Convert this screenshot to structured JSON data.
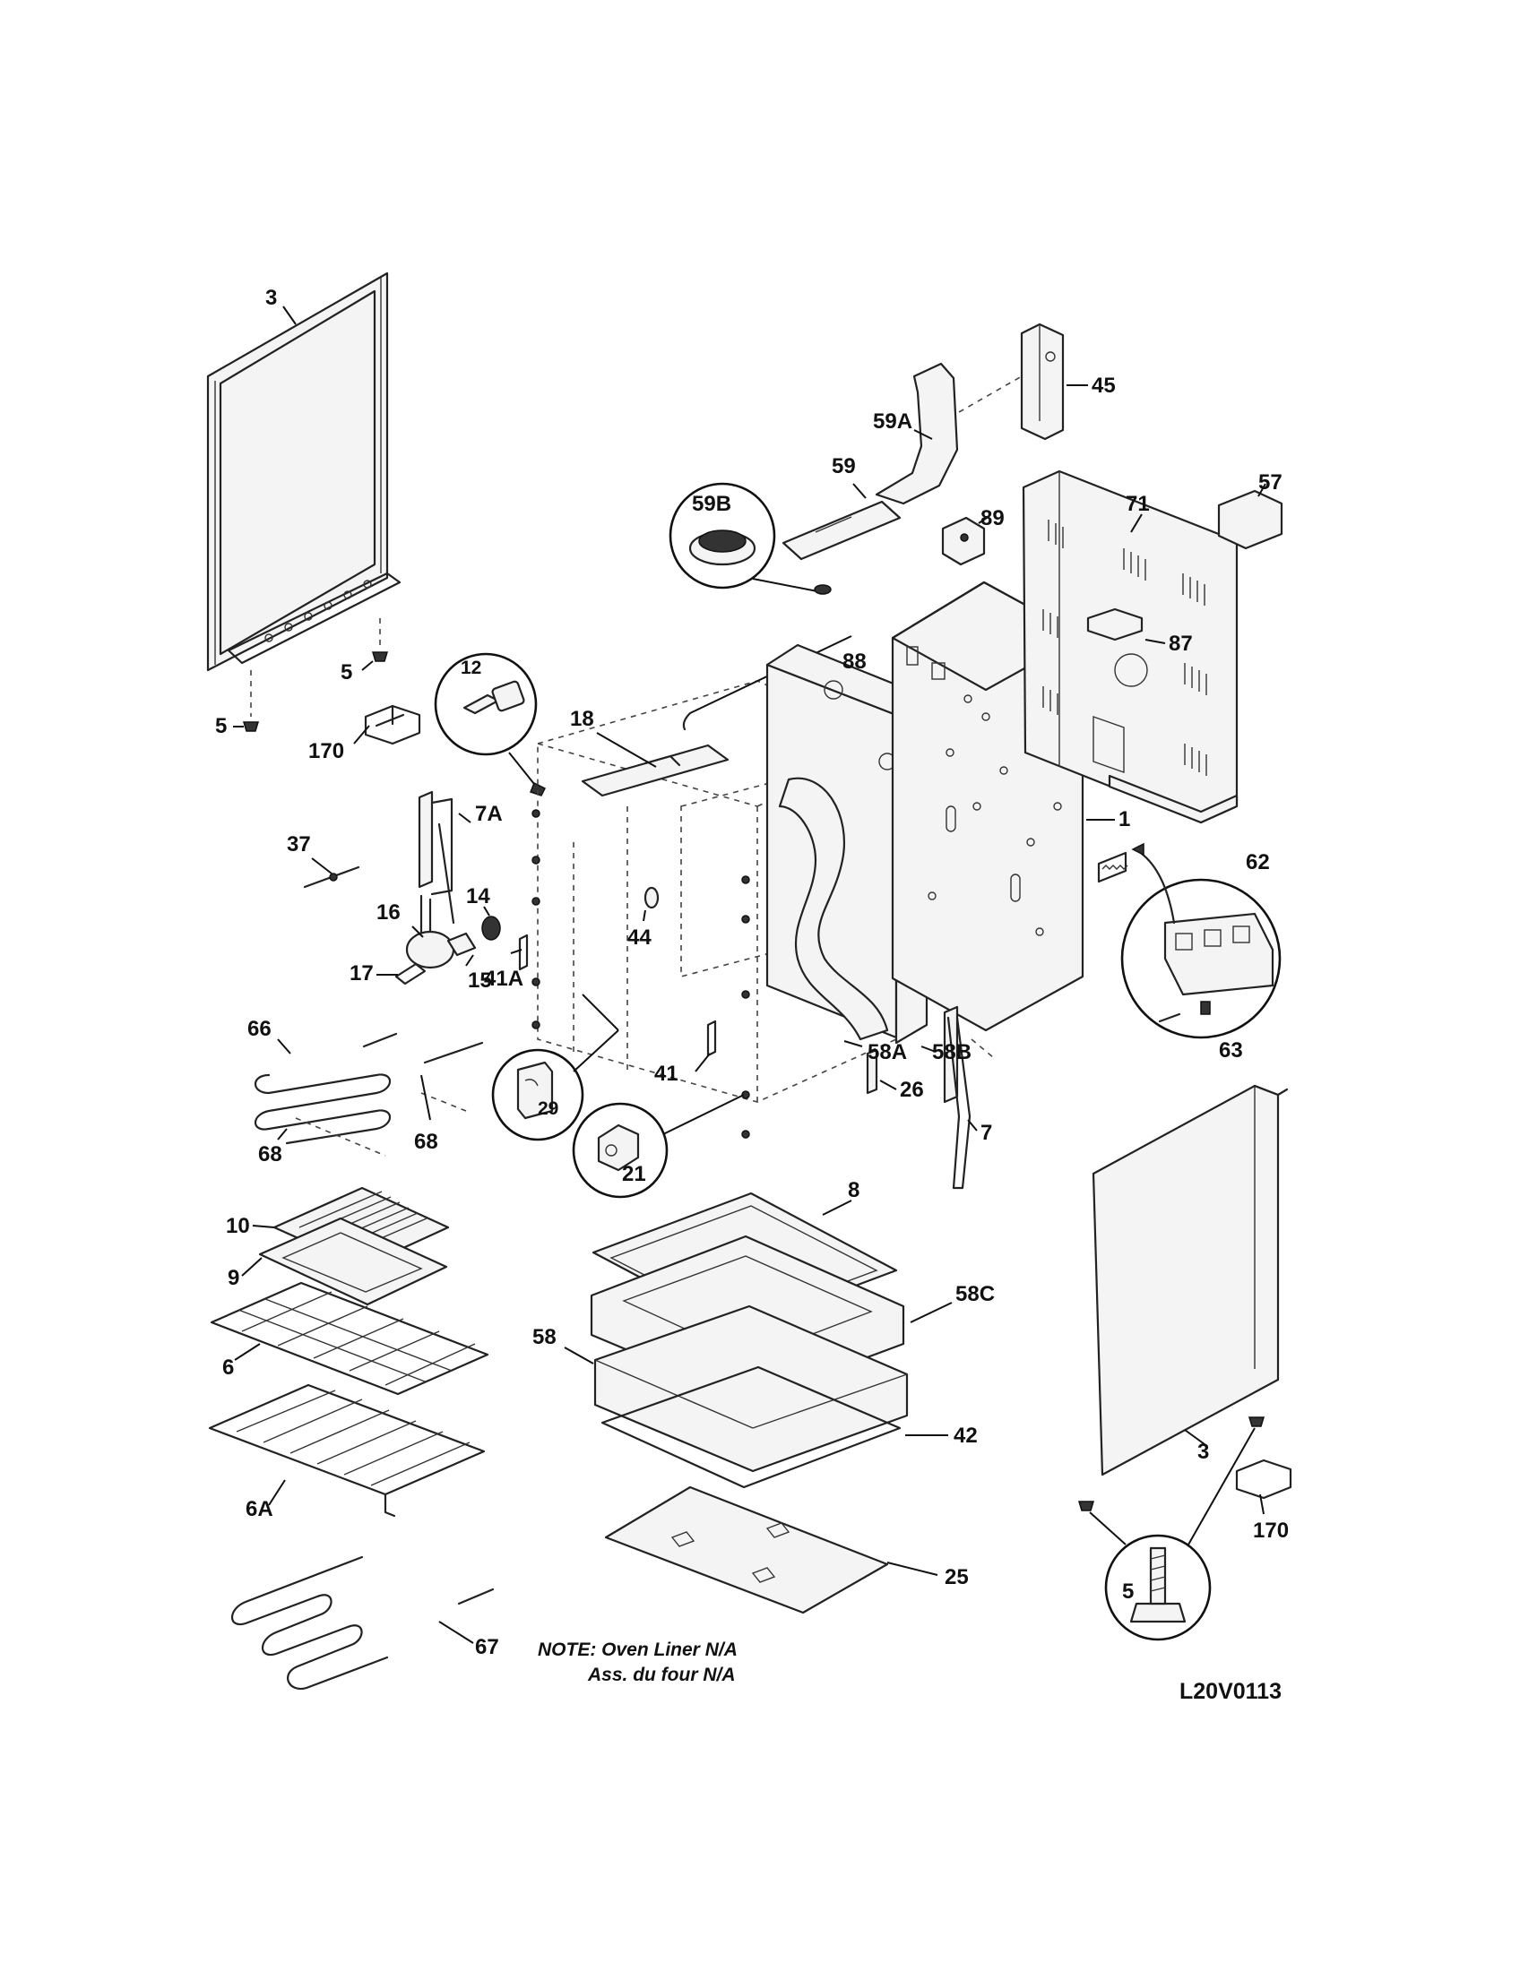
{
  "diagram": {
    "part_labels": {
      "p3_left": "3",
      "p5_a": "5",
      "p5_b": "5",
      "p170_left": "170",
      "p12": "12",
      "p18": "18",
      "p7A": "7A",
      "p37": "37",
      "p14": "14",
      "p16": "16",
      "p17": "17",
      "p15": "15",
      "p41A": "41A",
      "p44": "44",
      "p66": "66",
      "p68_left": "68",
      "p68_right": "68",
      "p29": "29",
      "p41": "41",
      "p21": "21",
      "p10": "10",
      "p9": "9",
      "p6": "6",
      "p6A": "6A",
      "p67": "67",
      "p8": "8",
      "p58C": "58C",
      "p58": "58",
      "p42": "42",
      "p25": "25",
      "p26": "26",
      "p7": "7",
      "p58A": "58A",
      "p58B": "58B",
      "p88": "88",
      "p59B": "59B",
      "p59": "59",
      "p59A": "59A",
      "p45": "45",
      "p89": "89",
      "p71": "71",
      "p57": "57",
      "p87": "87",
      "p1": "1",
      "p62": "62",
      "p63": "63",
      "p3_right": "3",
      "p170_right": "170",
      "p5_zoom": "5"
    },
    "note_line1": "NOTE: Oven Liner N/A",
    "note_line2": "Ass. du four N/A",
    "drawing_code": "L20V0113"
  }
}
